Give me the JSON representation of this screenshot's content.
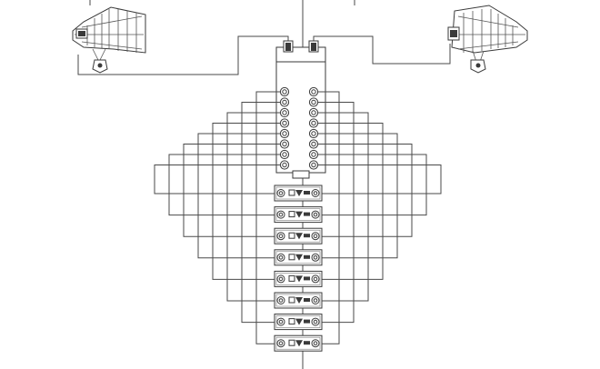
{
  "diagram": {
    "kind": "antenna distribution wiring",
    "antennas": [
      {
        "id": "antenna-left",
        "icon": "log-periodic-antenna-icon"
      },
      {
        "id": "antenna-right",
        "icon": "log-periodic-antenna-icon"
      }
    ],
    "distributor": {
      "icon": "antenna-distributor-icon",
      "rf_inputs": 2,
      "outputs_per_side": 8
    },
    "receivers": {
      "count": 8,
      "icon": "wireless-receiver-icon"
    },
    "cable_color": "#4a4a4a",
    "background": "#ffffff"
  }
}
